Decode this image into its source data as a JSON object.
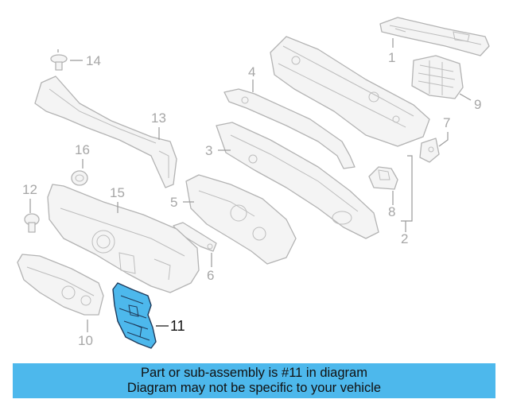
{
  "callouts": {
    "c1": "1",
    "c2": "2",
    "c3": "3",
    "c4": "4",
    "c5": "5",
    "c6": "6",
    "c7": "7",
    "c8": "8",
    "c9": "9",
    "c10": "10",
    "c11": "11",
    "c12": "12",
    "c13": "13",
    "c14": "14",
    "c15": "15",
    "c16": "16"
  },
  "highlighted_part": "11",
  "colors": {
    "highlight_fill": "#4db8ec",
    "banner_background": "#4db8ec",
    "part_outline": "#b3b3b3"
  },
  "banner": {
    "line1": "Part or sub-assembly is #11 in diagram",
    "line2": "Diagram may not be specific to your vehicle"
  }
}
